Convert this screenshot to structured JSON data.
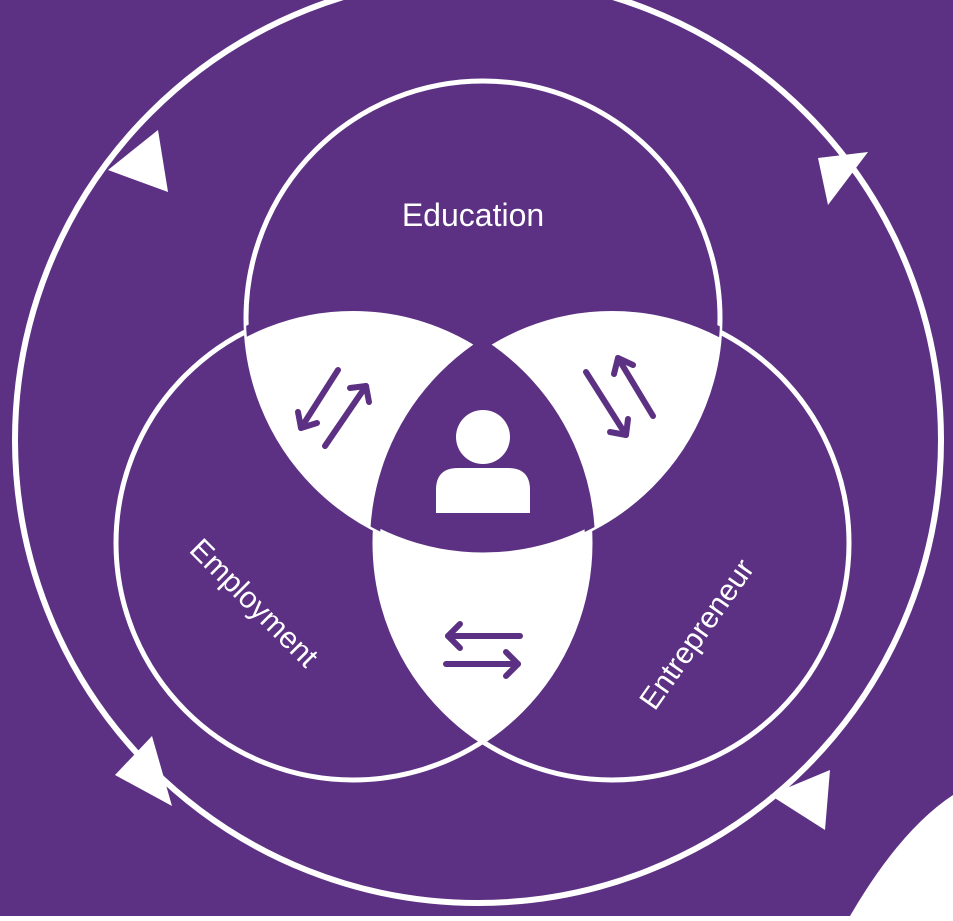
{
  "colors": {
    "background": "#5c3183",
    "line": "#ffffff",
    "page": "#ffffff"
  },
  "labels": {
    "education": "Education",
    "employment": "Employment",
    "entrepreneur": "Entrepreneur"
  },
  "icons": {
    "center": "person-icon",
    "cycle_arrows": [
      "triangle-arrow-icon",
      "triangle-arrow-icon",
      "triangle-arrow-icon",
      "triangle-arrow-icon"
    ],
    "education_employment": "two-way-arrows-icon",
    "education_entrepreneur": "two-way-arrows-icon",
    "employment_entrepreneur": "horizontal-two-way-arrows-icon"
  }
}
